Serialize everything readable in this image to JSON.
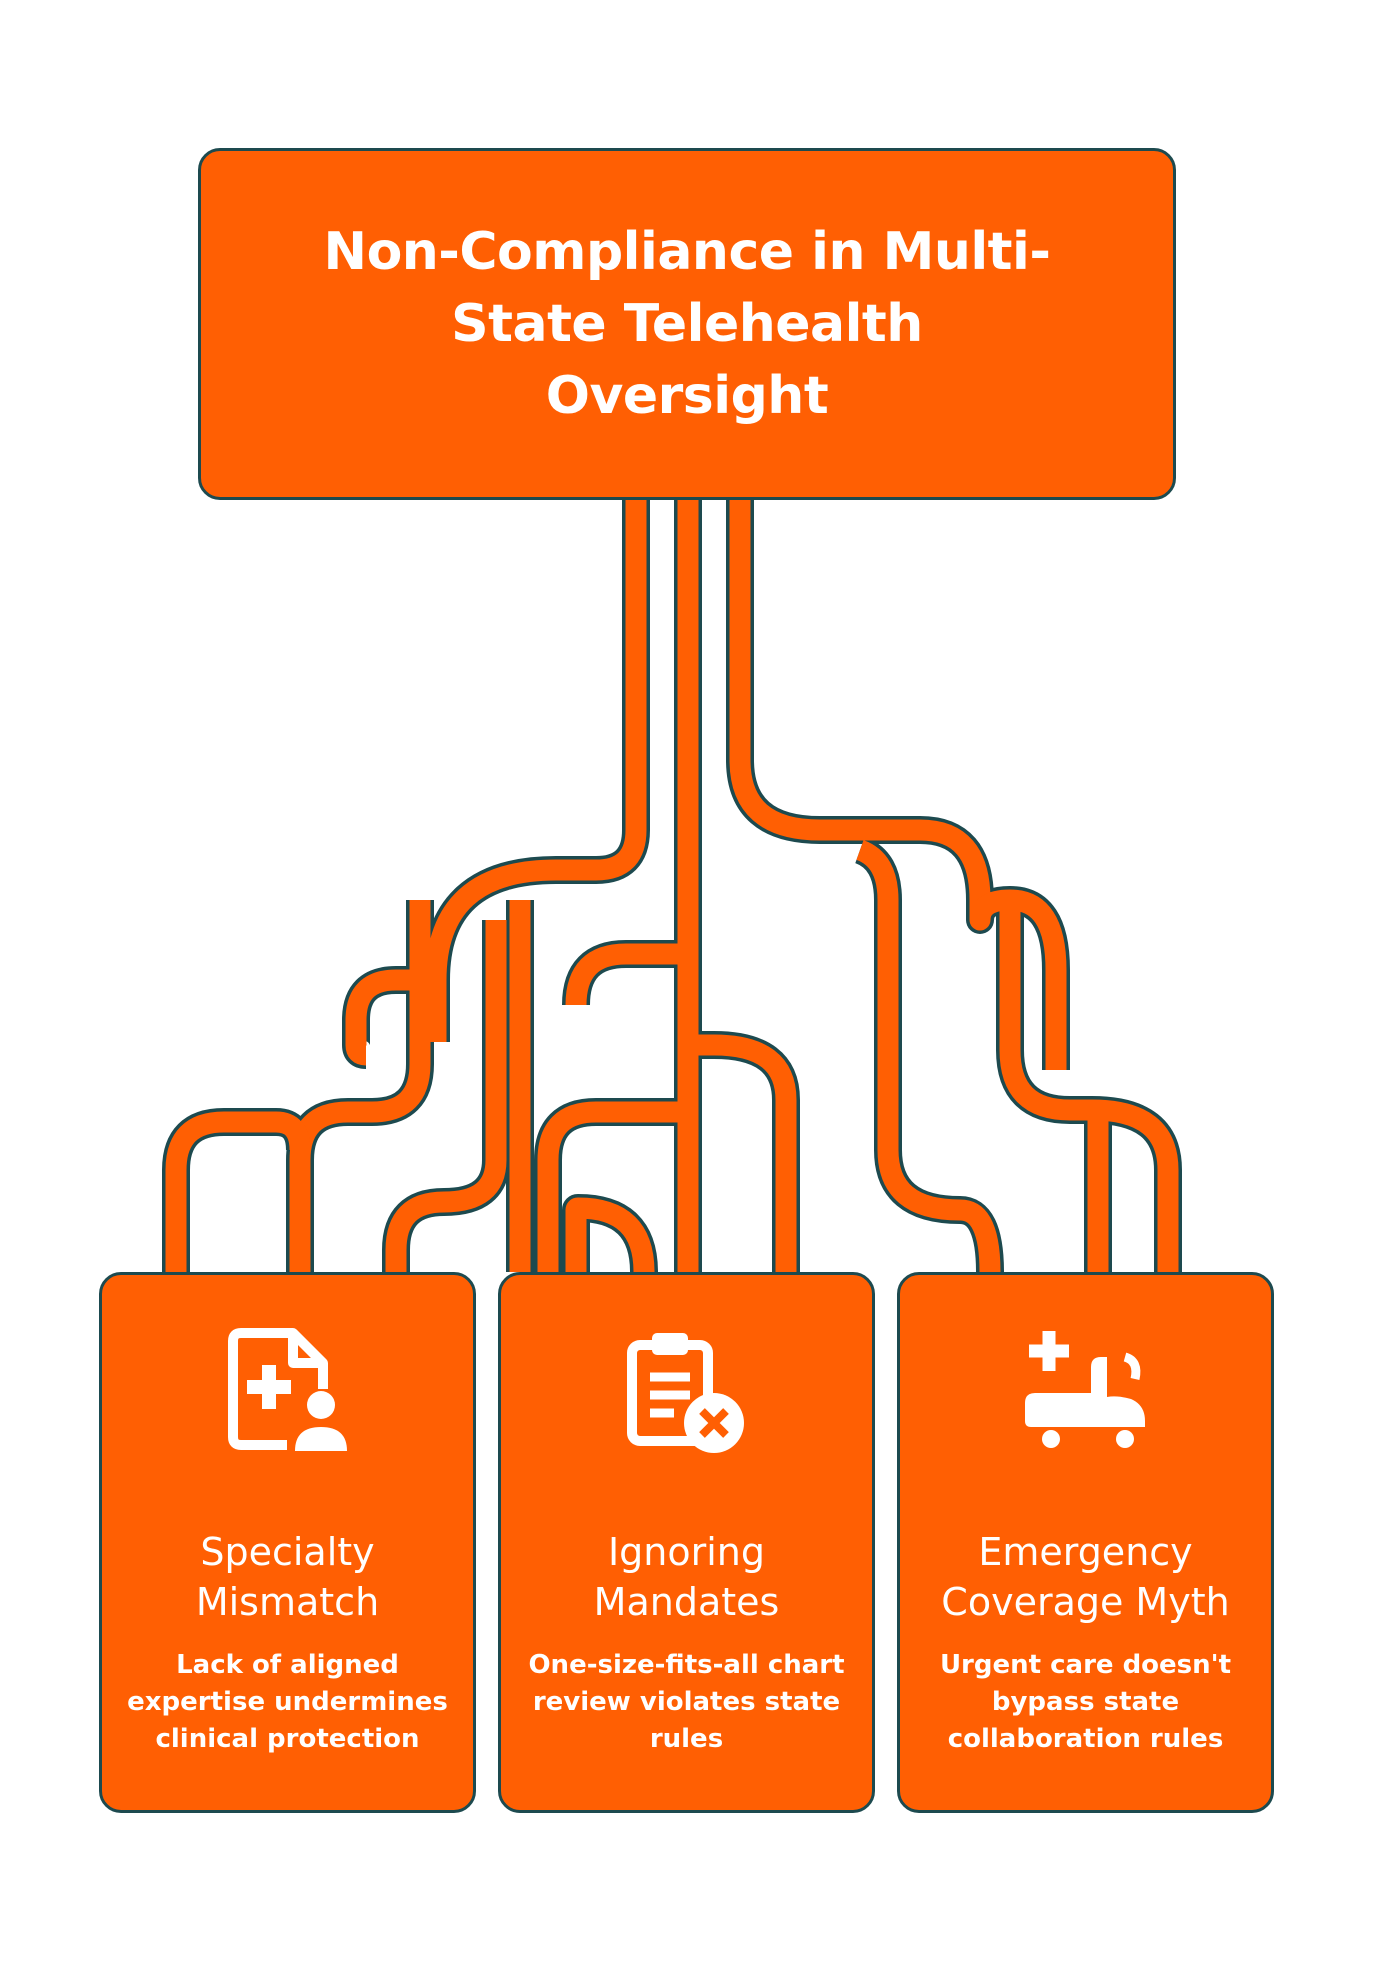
{
  "title": "Non-Compliance in Multi-State Telehealth Oversight",
  "colors": {
    "accent": "#ff5f03",
    "outline": "#1d4a4f",
    "text": "#ffffff"
  },
  "cards": [
    {
      "icon": "medical-record-person-icon",
      "name": "Specialty Mismatch",
      "description": "Lack of aligned expertise undermines clinical protection"
    },
    {
      "icon": "clipboard-x-icon",
      "name": "Ignoring Mandates",
      "description": "One-size-fits-all chart review violates state rules"
    },
    {
      "icon": "ambulance-cross-icon",
      "name": "Emergency Coverage Myth",
      "description": "Urgent care doesn't bypass state collaboration rules"
    }
  ]
}
